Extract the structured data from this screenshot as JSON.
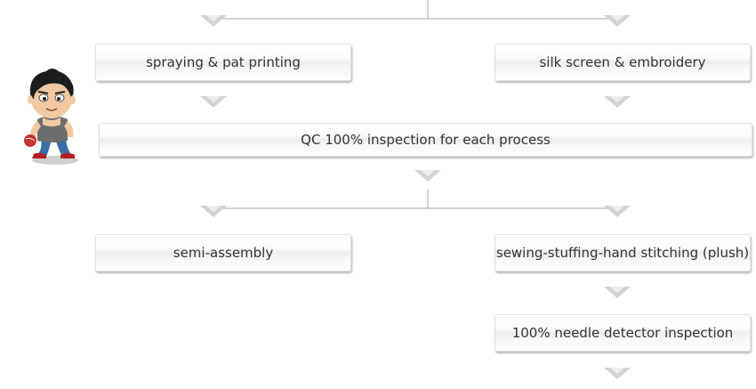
{
  "flow": {
    "spraying": "spraying & pat printing",
    "silk": "silk screen & embroidery",
    "qc": "QC 100% inspection for each process",
    "semi": "semi-assembly",
    "sewing": "sewing-stuffing-hand stitching (plush)",
    "needle": "100% needle detector inspection"
  },
  "icons": {
    "arrow": "chevron-down-icon",
    "mascot": "worker-mascot-icon"
  },
  "colors": {
    "box_text": "#333333",
    "connector": "#a9a9a9",
    "arrow": "#d6d6d6"
  }
}
